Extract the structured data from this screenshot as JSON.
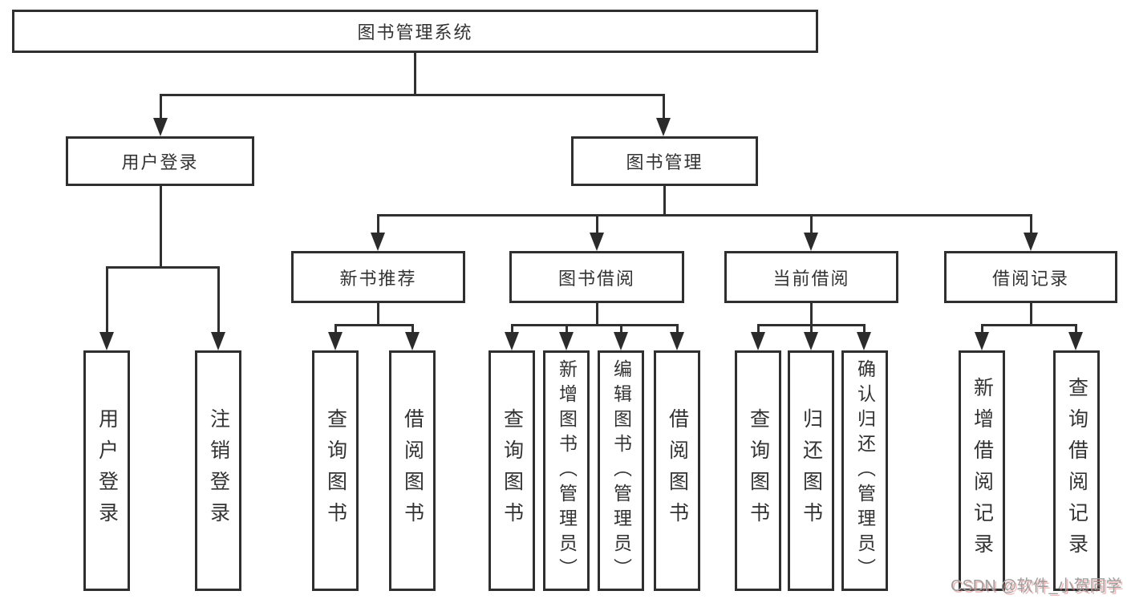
{
  "diagram": {
    "root": "图书管理系统",
    "user_login": {
      "label": "用户登录",
      "children": [
        "用户登录",
        "注销登录"
      ]
    },
    "book_mgmt": {
      "label": "图书管理"
    },
    "new_book": {
      "label": "新书推荐",
      "children": [
        "查询图书",
        "借阅图书"
      ]
    },
    "book_borrow": {
      "label": "图书借阅",
      "children": [
        "查询图书",
        "新增图书（管理员）",
        "编辑图书（管理员）",
        "借阅图书"
      ]
    },
    "current_borrow": {
      "label": "当前借阅",
      "children": [
        "查询图书",
        "归还图书",
        "确认归还（管理员）"
      ]
    },
    "borrow_records": {
      "label": "借阅记录",
      "children": [
        "新增借阅记录",
        "查询借阅记录"
      ]
    }
  },
  "watermark": "CSDN @软件_小贺同学",
  "colors": {
    "line": "#303030",
    "text": "#333333",
    "watermark_text": "#9e9e9e",
    "background": "#ffffff"
  }
}
